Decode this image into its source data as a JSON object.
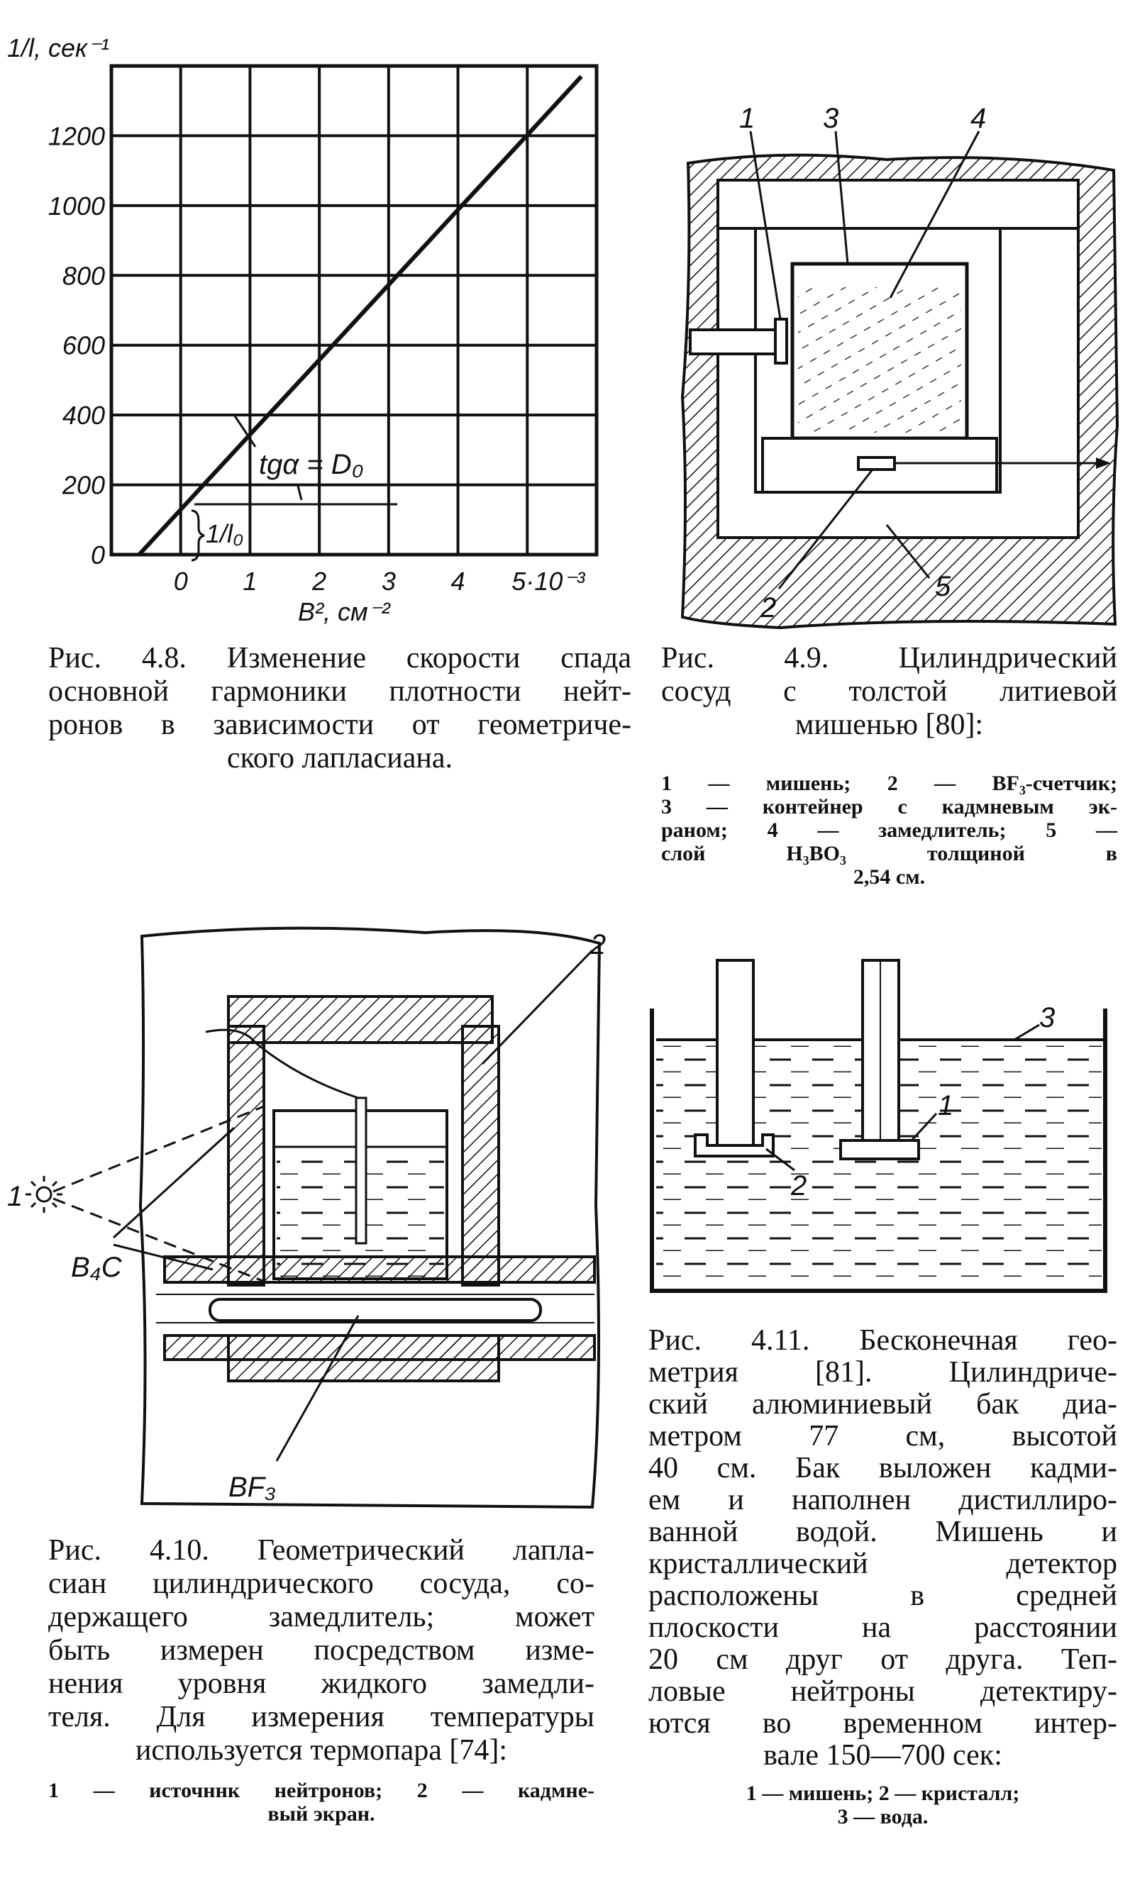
{
  "chart_data": {
    "type": "line",
    "title": "",
    "xlabel": "B², см⁻²",
    "ylabel": "1/l, сек⁻¹",
    "xlim": [
      -1,
      6
    ],
    "ylim": [
      0,
      1400
    ],
    "grid": true,
    "x_ticks": [
      0,
      1,
      2,
      3,
      4,
      5
    ],
    "x_tick_labels": [
      "0",
      "1",
      "2",
      "3",
      "4",
      "5·10⁻³"
    ],
    "y_ticks": [
      0,
      200,
      400,
      600,
      800,
      1000,
      1200
    ],
    "y_tick_labels": [
      "0",
      "200",
      "400",
      "600",
      "800",
      "1000",
      "1200"
    ],
    "series": [
      {
        "name": "1/l vs B²",
        "x": [
          -0.6,
          0,
          1,
          2,
          3,
          4,
          5,
          5.78
        ],
        "y": [
          0,
          129,
          344,
          558,
          773,
          988,
          1202,
          1370
        ]
      }
    ],
    "annotations": [
      "tgα = D₀",
      "1/l₀"
    ]
  },
  "fig49": {
    "labels": [
      "1",
      "2",
      "3",
      "4",
      "5"
    ]
  },
  "fig410": {
    "labels": {
      "source": "1",
      "screen": "2",
      "b4c": "B₄C",
      "bf3": "BF₃"
    }
  },
  "fig411": {
    "labels": [
      "1",
      "2",
      "3"
    ]
  },
  "captions": {
    "fig48": [
      "Рис. 4.8. Изменение скорости спада",
      "основной гармоники плотности нейт-",
      "ронов в зависимости от геометриче-",
      "ского лапласиана."
    ],
    "fig49": [
      "Рис.   4.9.   Цилиндрический",
      "сосуд   с толстой   литиевой",
      "мишенью [80]:"
    ],
    "fig49_legend": [
      "1 — мишень;   2 — BF₃-счетчик;",
      "3 — контейнер с кадмневым эк-",
      "раном;   4 — замедлитель;   5 —",
      "слой   H₃BO₃   толщиной   в",
      "2,54 см."
    ],
    "fig410": [
      "Рис. 4.10. Геометрический лапла-",
      "сиан цилиндрического сосуда, со-",
      "держащего замедлитель; может",
      "быть измерен посредством изме-",
      "нения уровня жидкого замедли-",
      "теля. Для измерения температуры",
      "используется термопара [74]:"
    ],
    "fig410_legend": [
      "1 — источннк   нейтронов;   2 — кадмне-",
      "вый экран."
    ],
    "fig411": [
      "Рис. 4.11. Бесконечная гео-",
      "метрия [81]. Цилиндриче-",
      "ский алюминиевый бак диа-",
      "метром  77  см,  высотой",
      "40 см. Бак выложен кадми-",
      "ем и наполнен дистиллиро-",
      "ванной водой. Мишень и",
      "кристаллический детектор",
      "расположены в средней",
      "плоскости на расстоянии",
      "20 см друг от друга. Теп-",
      "ловые нейтроны детектиру-",
      "ются во временном интер-",
      "вале 150—700 сек:"
    ],
    "fig411_legend": [
      "1 — мишень; 2 — кристалл;",
      "3 — вода."
    ]
  }
}
